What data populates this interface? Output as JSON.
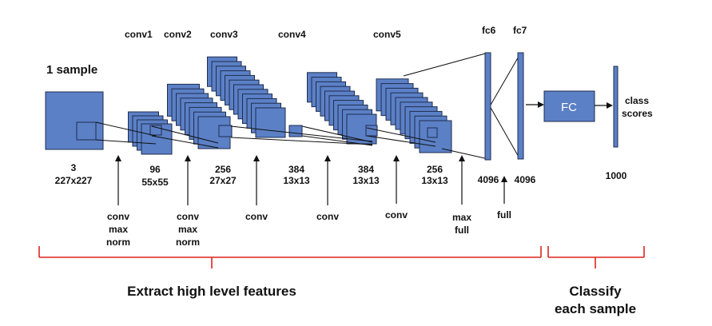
{
  "colors": {
    "box_fill": "#5b80c6",
    "box_stroke": "#1f2d4f",
    "bracket": "#e0241e",
    "text": "#111111"
  },
  "diagram": {
    "sample_label": "1 sample",
    "layers": [
      {
        "name": "conv1"
      },
      {
        "name": "conv2"
      },
      {
        "name": "conv3"
      },
      {
        "name": "conv4"
      },
      {
        "name": "conv5"
      },
      {
        "name": "fc6"
      },
      {
        "name": "fc7"
      }
    ],
    "dims": [
      {
        "line1": "3",
        "line2": "227x227"
      },
      {
        "line1": "96",
        "line2": "55x55"
      },
      {
        "line1": "256",
        "line2": "27x27"
      },
      {
        "line1": "384",
        "line2": "13x13"
      },
      {
        "line1": "384",
        "line2": "13x13"
      },
      {
        "line1": "256",
        "line2": "13x13"
      },
      {
        "line1": "4096",
        "line2": ""
      },
      {
        "line1": "4096",
        "line2": ""
      },
      {
        "line1": "1000",
        "line2": ""
      }
    ],
    "ops": [
      {
        "lines": [
          "conv",
          "max",
          "norm"
        ]
      },
      {
        "lines": [
          "conv",
          "max",
          "norm"
        ]
      },
      {
        "lines": [
          "conv"
        ]
      },
      {
        "lines": [
          "conv"
        ]
      },
      {
        "lines": [
          "conv"
        ]
      },
      {
        "lines": [
          "max",
          "full"
        ]
      },
      {
        "lines": [
          "full"
        ]
      }
    ],
    "fc_label": "FC",
    "class_scores_label": [
      "class",
      "scores"
    ],
    "groups": {
      "features": "Extract high level features",
      "classify": [
        "Classify",
        "each sample"
      ]
    }
  }
}
